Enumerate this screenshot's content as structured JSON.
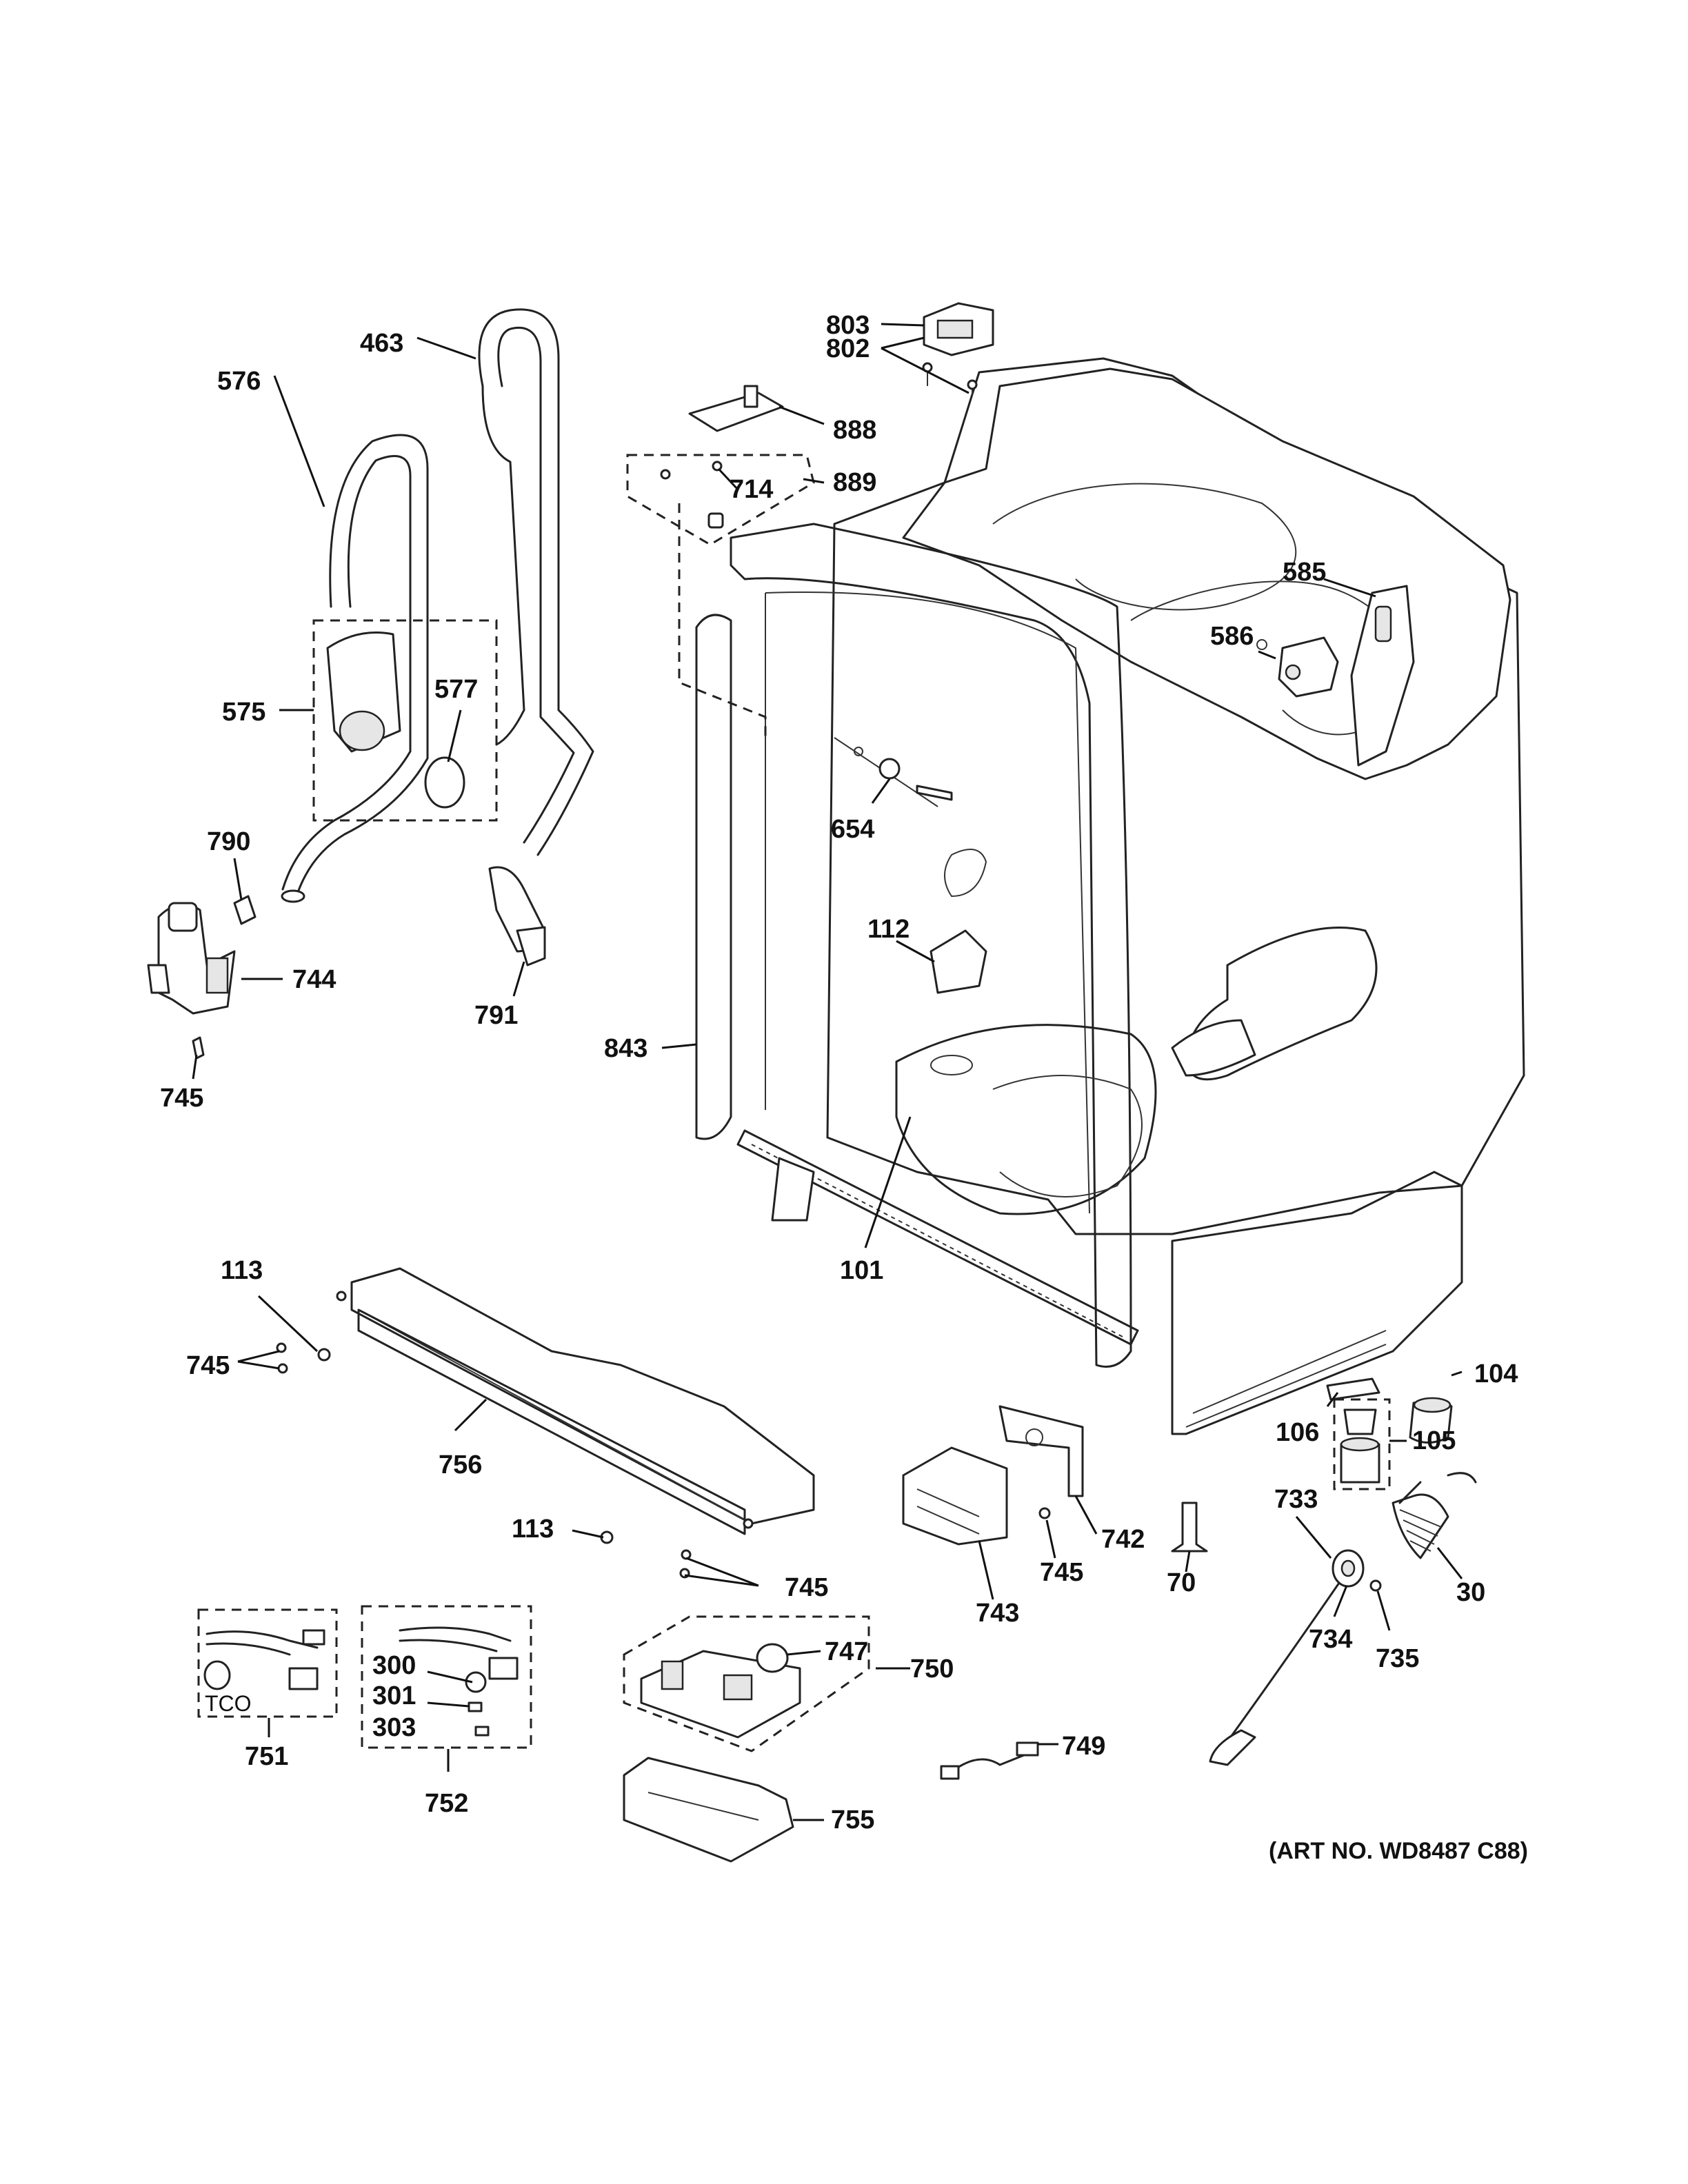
{
  "art_number": "(ART NO. WD8487 C88)",
  "callouts": {
    "c803": "803",
    "c802": "802",
    "c888": "888",
    "c889": "889",
    "c714": "714",
    "c463": "463",
    "c576": "576",
    "c575": "575",
    "c577": "577",
    "c790": "790",
    "c744": "744",
    "c745a": "745",
    "c791": "791",
    "c843": "843",
    "c654": "654",
    "c112": "112",
    "c585": "585",
    "c586": "586",
    "c101": "101",
    "c113a": "113",
    "c745b": "745",
    "c756": "756",
    "c113b": "113",
    "c745c": "745",
    "c742": "742",
    "c743": "743",
    "c745d": "745",
    "c104": "104",
    "c106": "106",
    "c105": "105",
    "c70": "70",
    "c733": "733",
    "c30": "30",
    "c734": "734",
    "c735": "735",
    "c747": "747",
    "c750": "750",
    "c751": "751",
    "c752": "752",
    "c300": "300",
    "c301": "301",
    "c303": "303",
    "c749": "749",
    "c755": "755"
  },
  "labels": {
    "tco": "TCO"
  }
}
